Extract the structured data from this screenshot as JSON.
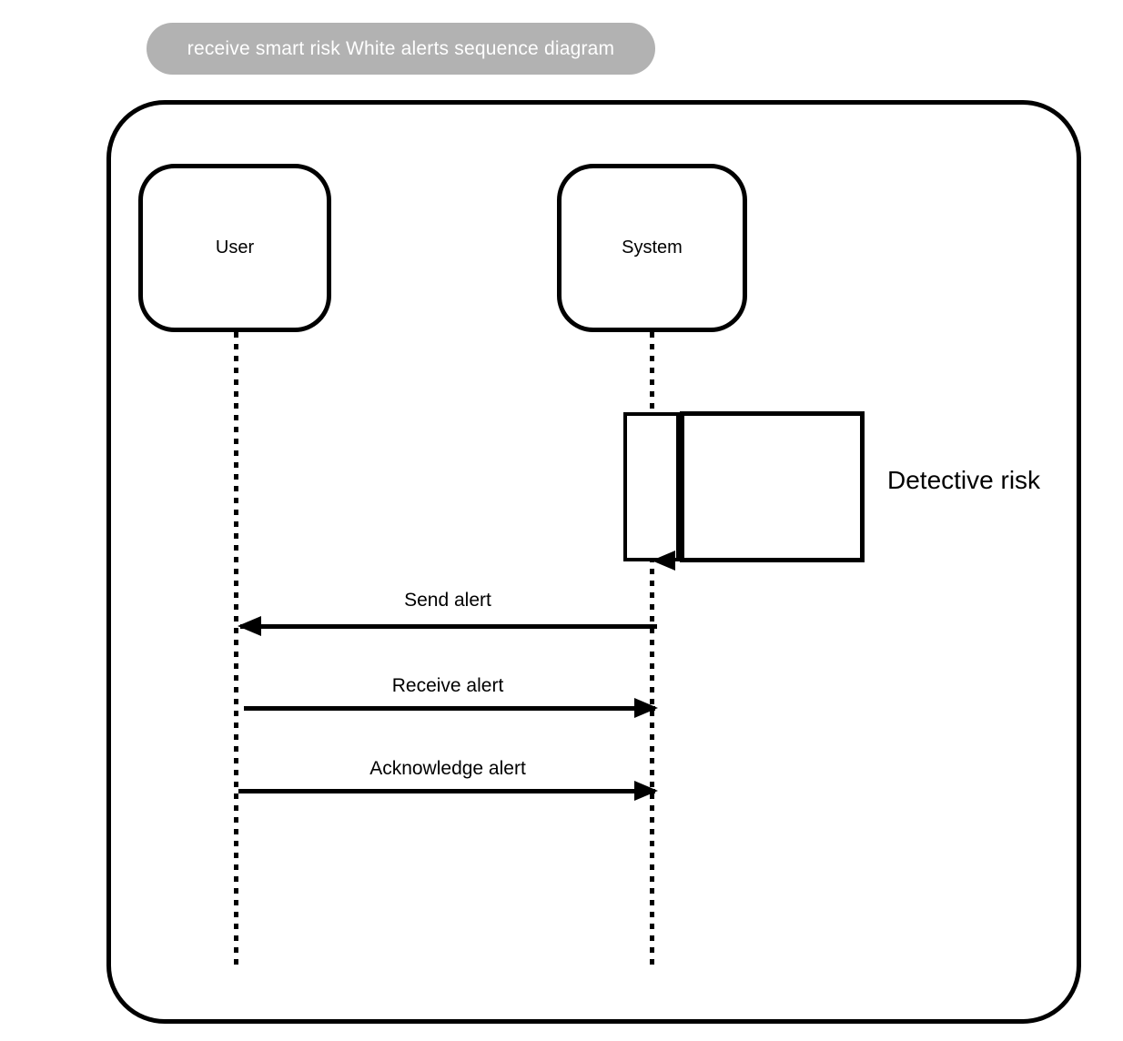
{
  "title_pill": {
    "label": "receive smart risk White alerts sequence diagram",
    "background": "#b2b2b2",
    "text_color": "#ffffff"
  },
  "diagram": {
    "stroke_color": "#000000",
    "background": "#ffffff",
    "actors": [
      {
        "label": "User"
      },
      {
        "label": "System"
      }
    ],
    "self_message": {
      "label": "Detective risk",
      "actor": "System"
    },
    "messages": [
      {
        "label": "Send alert",
        "from": "System",
        "to": "User",
        "direction": "left"
      },
      {
        "label": "Receive alert",
        "from": "User",
        "to": "System",
        "direction": "right"
      },
      {
        "label": "Acknowledge alert",
        "from": "User",
        "to": "System",
        "direction": "right"
      }
    ]
  }
}
